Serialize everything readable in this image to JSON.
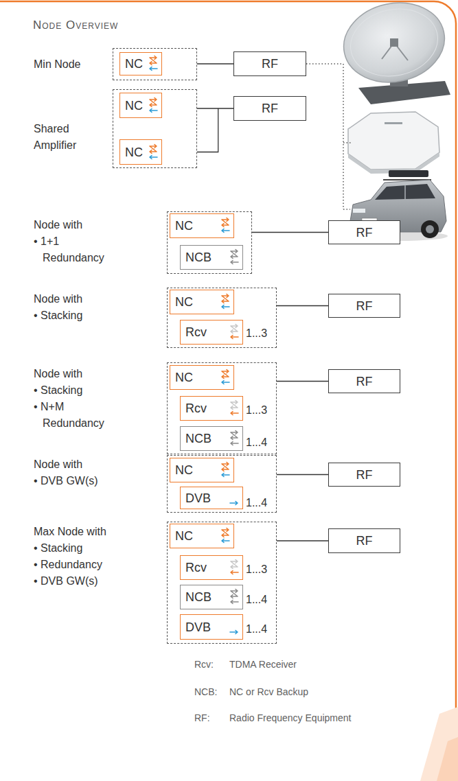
{
  "diagram": {
    "title": "Node Overview",
    "nodes": [
      {
        "text": [
          "Min Node"
        ]
      },
      {
        "text": [
          "NC"
        ],
        "in": 0
      },
      {
        "text": [
          "RF"
        ]
      },
      {
        "text": [
          "Shared Amplifier"
        ]
      },
      {
        "text": [
          "NC"
        ],
        "in": 3
      },
      {
        "text": [
          "NC"
        ],
        "in": 3
      },
      {
        "text": [
          "RF"
        ]
      },
      {
        "text": [
          "Node with",
          "• 1+1 Redundancy"
        ]
      },
      {
        "text": [
          "NC"
        ],
        "in": 7
      },
      {
        "text": [
          "NCB"
        ],
        "in": 7
      },
      {
        "text": [
          "RF"
        ]
      },
      {
        "text": [
          "Node with",
          "• Stacking"
        ]
      },
      {
        "text": [
          "NC"
        ],
        "in": 11
      },
      {
        "text": [
          "Rcv"
        ],
        "in": 11
      },
      {
        "text": [
          "RF"
        ]
      },
      {
        "text": [
          "Node with",
          "• Stacking",
          "• N+M Redundancy"
        ]
      },
      {
        "text": [
          "NC"
        ],
        "in": 15
      },
      {
        "text": [
          "Rcv"
        ],
        "in": 15
      },
      {
        "text": [
          "NCB"
        ],
        "in": 15
      },
      {
        "text": [
          "RF"
        ]
      },
      {
        "text": [
          "Node with",
          "• DVB GW(s)"
        ]
      },
      {
        "text": [
          "NC"
        ],
        "in": 20
      },
      {
        "text": [
          "DVB"
        ],
        "in": 20
      },
      {
        "text": [
          "RF"
        ]
      },
      {
        "text": [
          "Max Node with",
          "• Stacking",
          "• Redundancy",
          "• DVB GW(s)"
        ]
      },
      {
        "text": [
          "NC"
        ],
        "in": 24
      },
      {
        "text": [
          "Rcv"
        ],
        "in": 24
      },
      {
        "text": [
          "NCB"
        ],
        "in": 24
      },
      {
        "text": [
          "DVB"
        ],
        "in": 24
      },
      {
        "text": [
          "RF"
        ]
      }
    ],
    "edges": [
      {
        "from": 0,
        "to": 2,
        "arrow": "none"
      },
      {
        "from": 3,
        "to": 6,
        "arrow": "none"
      },
      {
        "from": 7,
        "to": 10,
        "arrow": "none"
      },
      {
        "from": 11,
        "to": 14,
        "arrow": "none"
      },
      {
        "from": 15,
        "to": 19,
        "arrow": "none"
      },
      {
        "from": 20,
        "to": 23,
        "arrow": "none"
      },
      {
        "from": 24,
        "to": 29,
        "arrow": "none"
      }
    ],
    "labels": [
      "1...3",
      "1...3",
      "1...4",
      "1...4",
      "1...3",
      "1...4",
      "1...4",
      "Rcv:",
      "TDMA Receiver",
      "NCB:",
      "NC or Rcv Backup",
      "RF:",
      "Radio Frequency Equipment"
    ]
  }
}
